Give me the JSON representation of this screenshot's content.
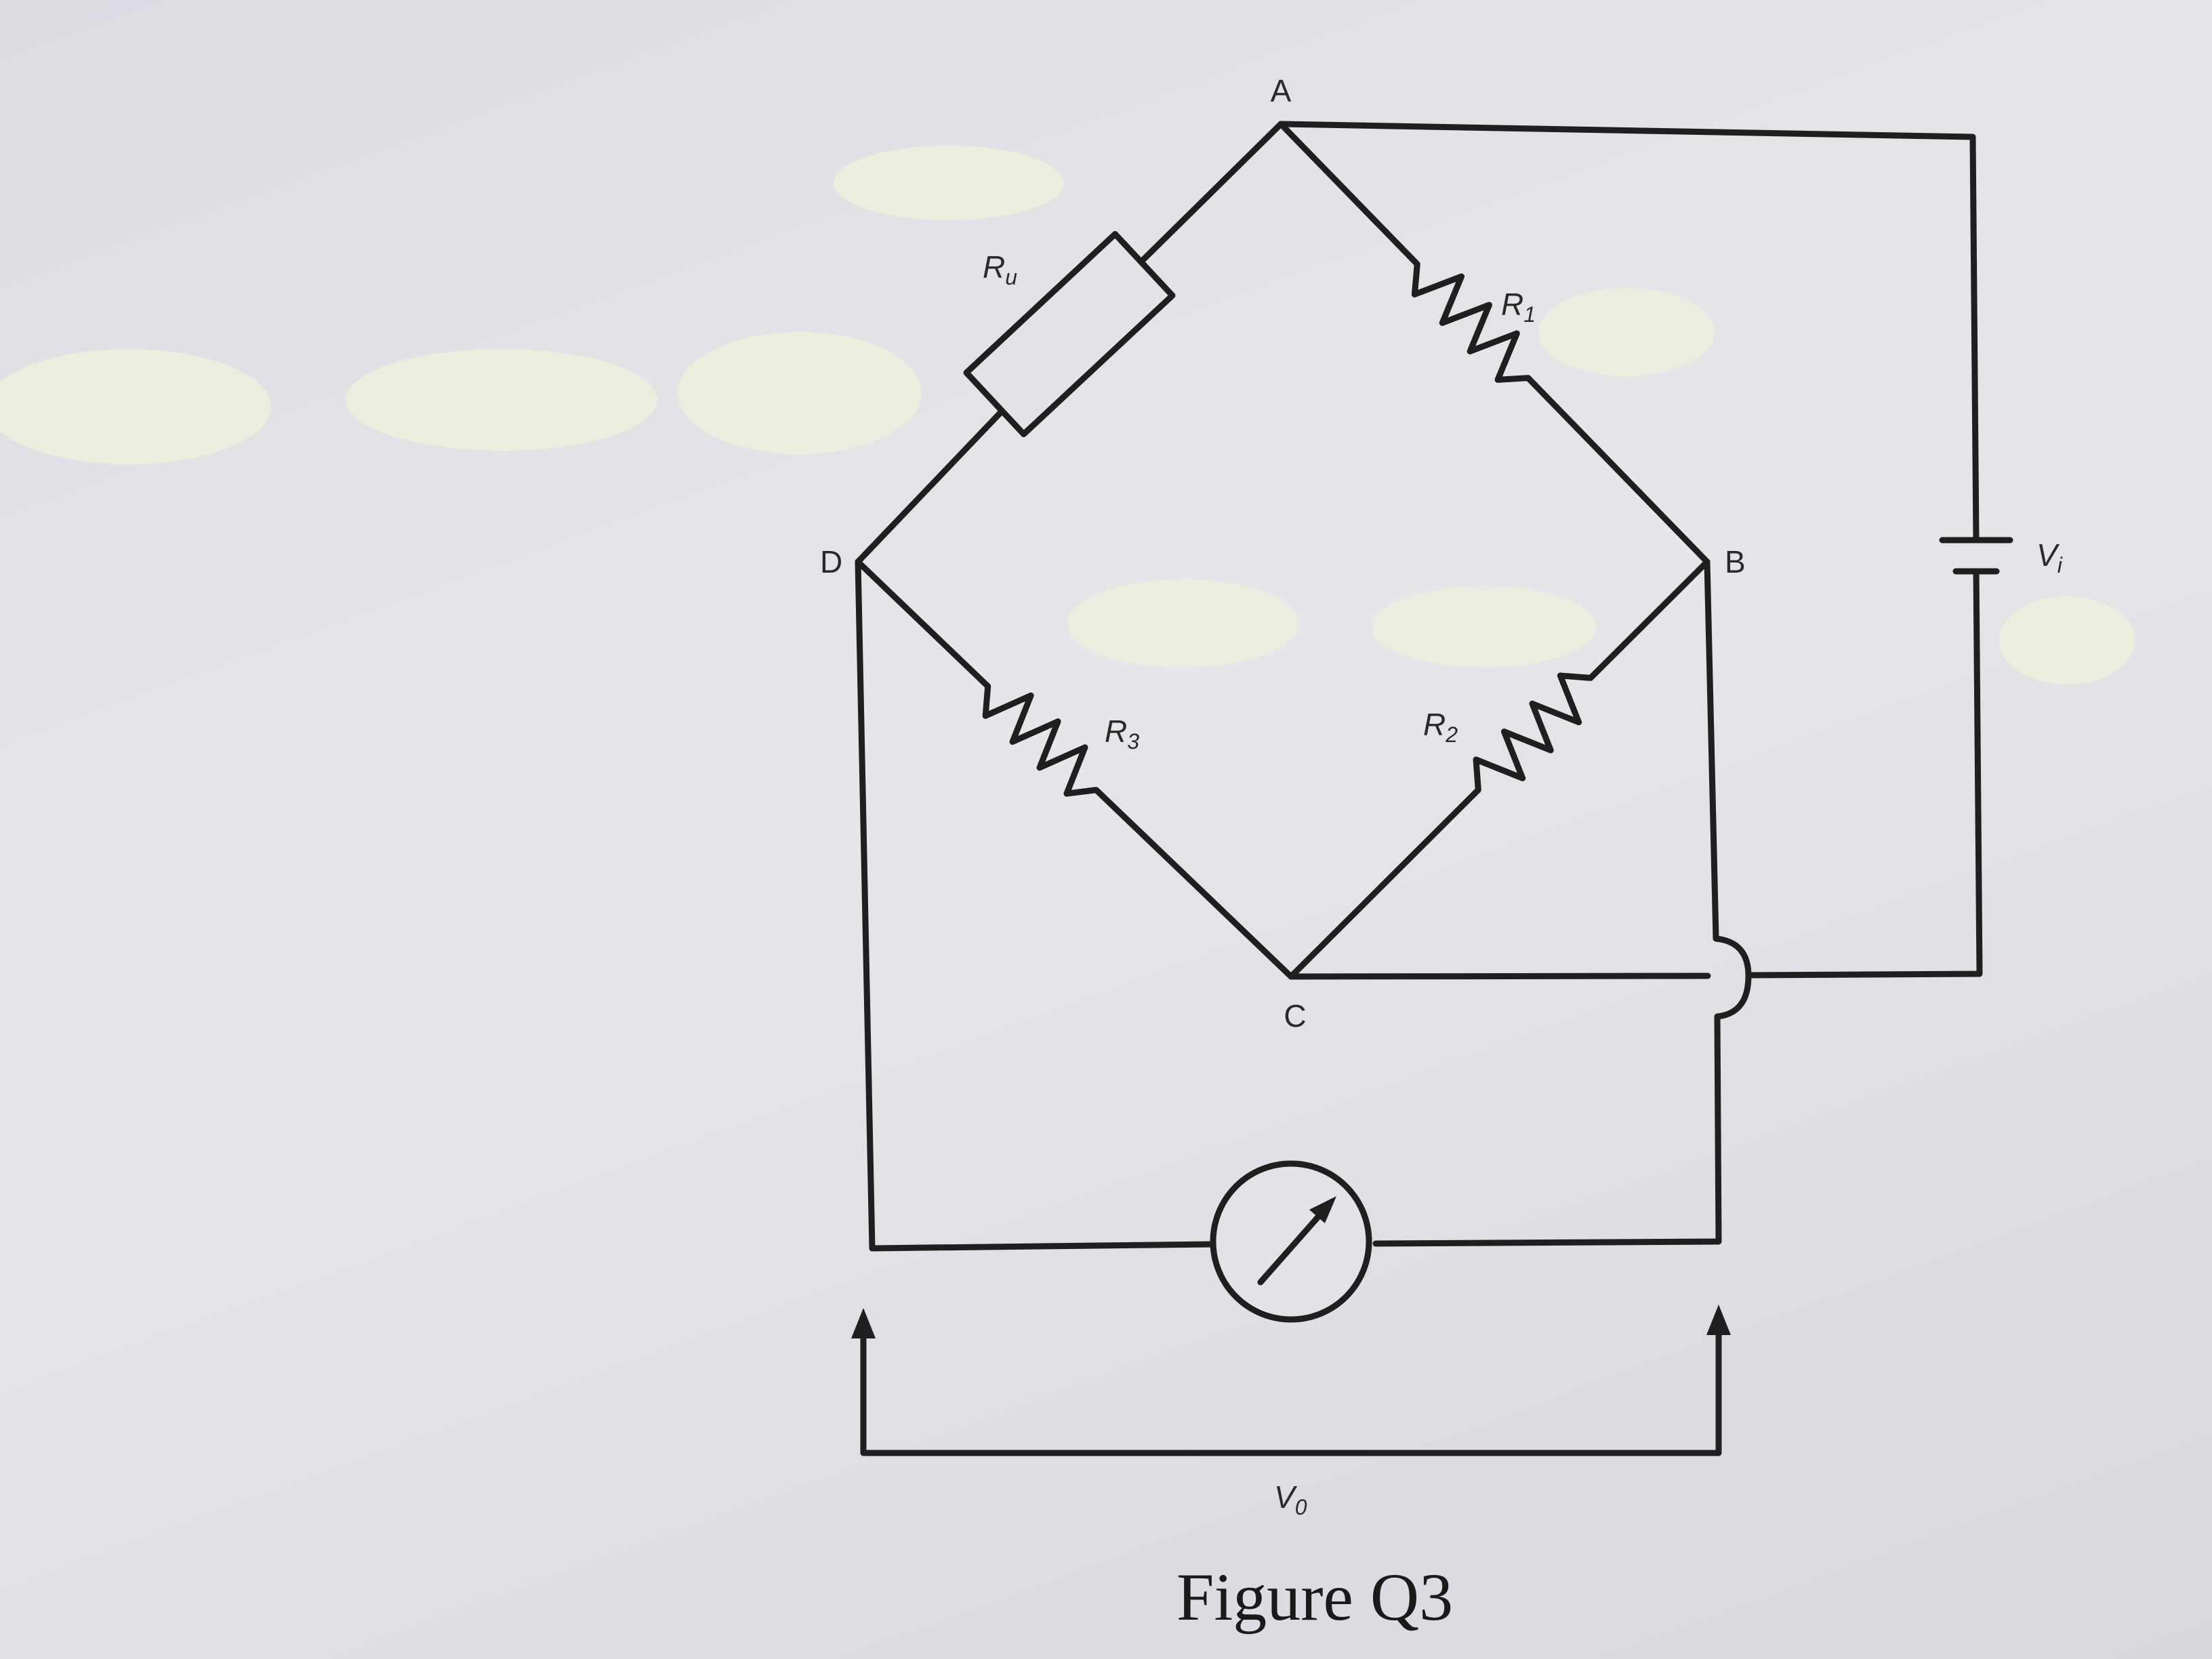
{
  "nodes": {
    "a": "A",
    "b": "B",
    "c": "C",
    "d": "D"
  },
  "components": {
    "ru": {
      "main": "R",
      "sub": "u"
    },
    "r1": {
      "main": "R",
      "sub": "1"
    },
    "r2": {
      "main": "R",
      "sub": "2"
    },
    "r3": {
      "main": "R",
      "sub": "3"
    },
    "vi": {
      "main": "V",
      "sub": "i"
    },
    "vo": {
      "main": "V",
      "sub": "0"
    }
  },
  "caption": "Figure Q3",
  "colors": {
    "ink": "#1f1f1f",
    "paper": "#e2e2e7",
    "correction_fluid": "#eeeedd"
  }
}
